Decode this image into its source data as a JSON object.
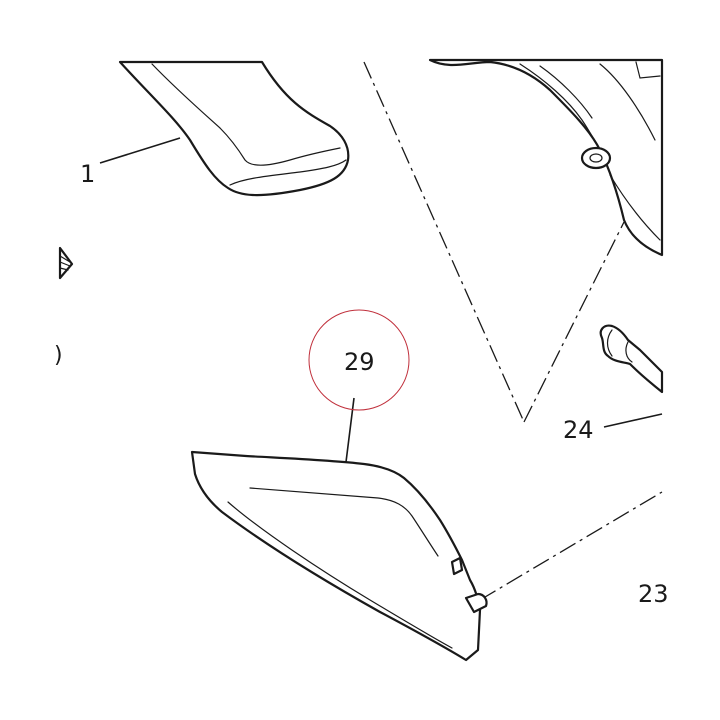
{
  "diagram": {
    "labels": {
      "part_1": "1",
      "part_29": "29",
      "part_24": "24",
      "part_23_partial": "23",
      "edge_partial": ")"
    },
    "highlight_color": "#c0303c",
    "line_color": "#1a1a1a",
    "background_color": "#ffffff"
  }
}
